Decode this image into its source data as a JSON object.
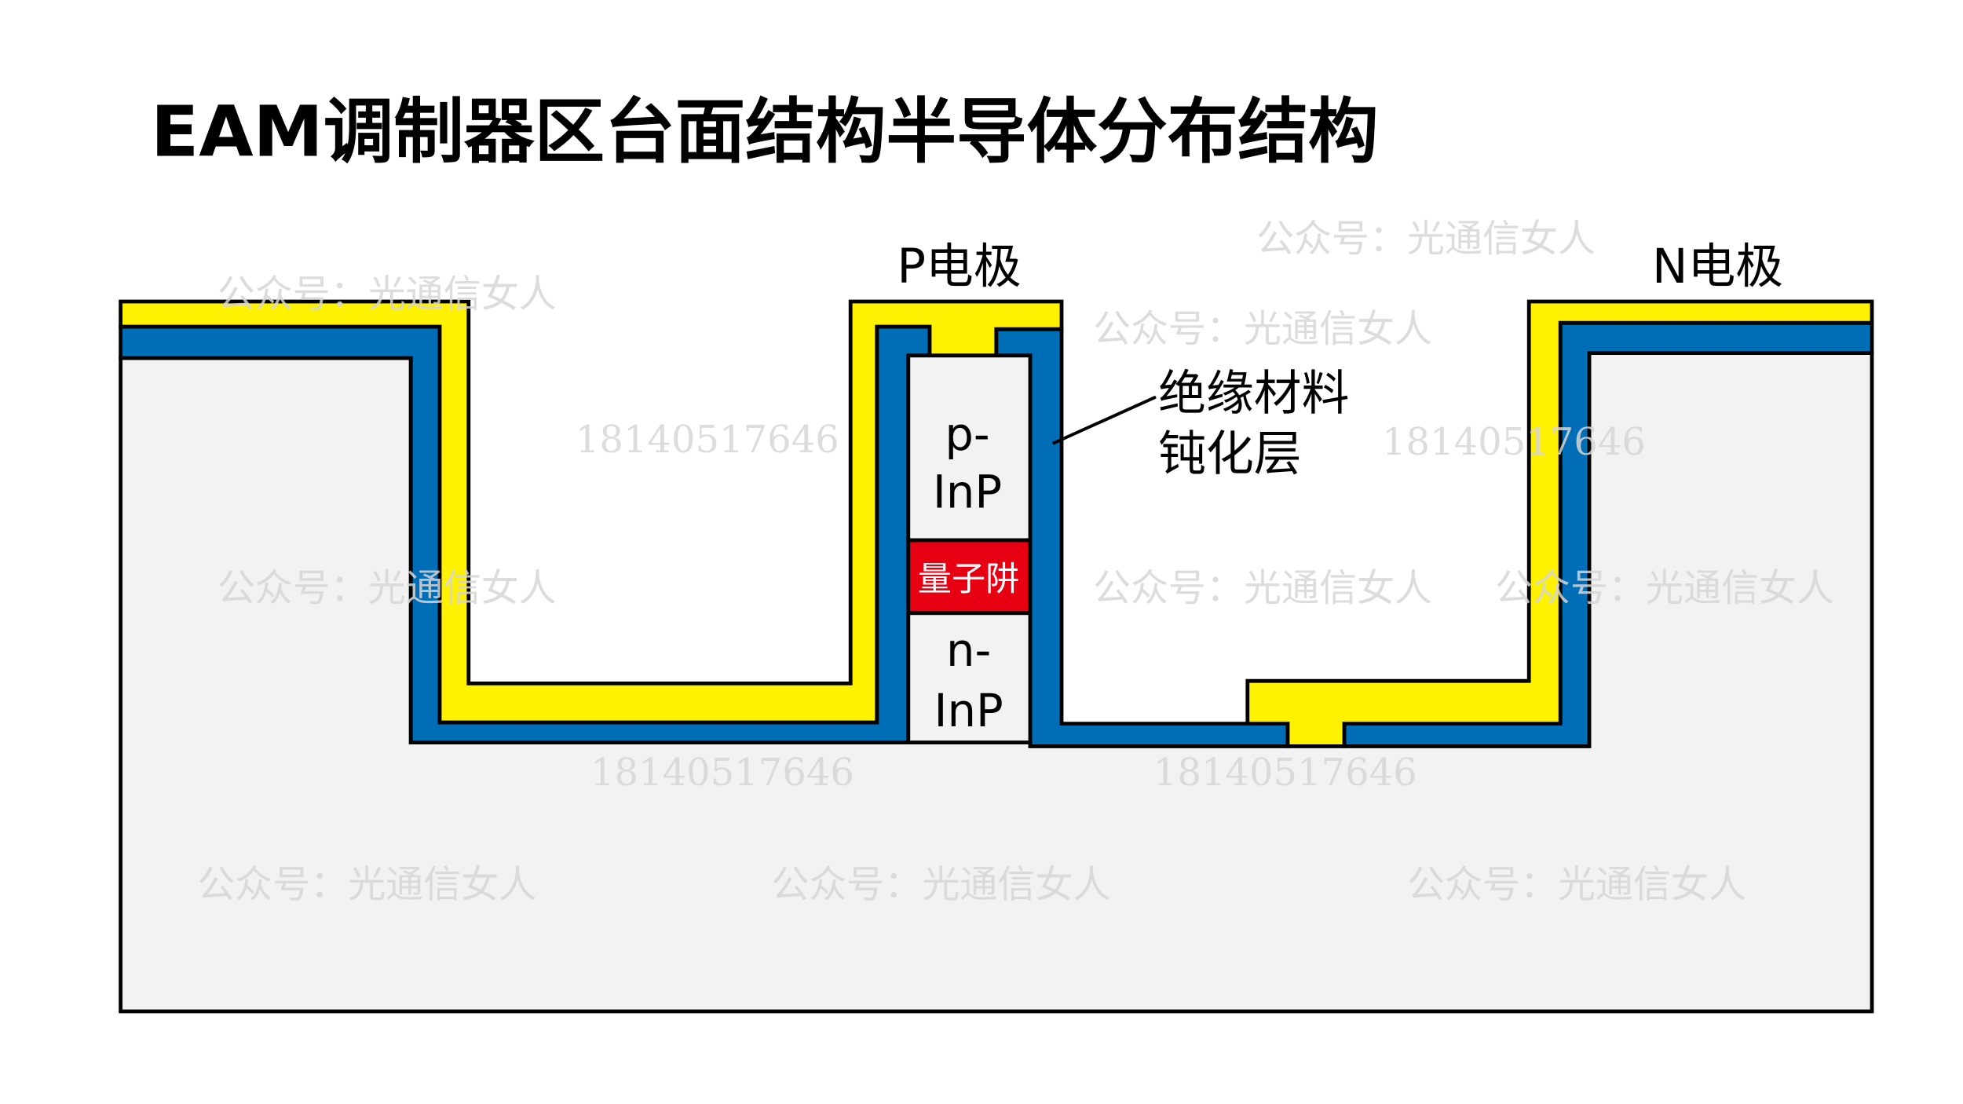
{
  "title": "EAM调制器区台面结构半导体分布结构",
  "labels": {
    "p_electrode": "P电极",
    "n_electrode": "N电极",
    "passivation_line1": "绝缘材料",
    "passivation_line2": "钝化层",
    "p_inp_line1": "p-",
    "p_inp_line2": "InP",
    "quantum_well": "量子阱",
    "n_inp_line1": "n-",
    "n_inp_line2": "InP"
  },
  "watermarks": {
    "account": "公众号：光通信女人",
    "phone": "18140517646"
  },
  "colors": {
    "electrode": "#fff200",
    "passivation": "#006db7",
    "semiconductor": "#f2f2f2",
    "quantum_well": "#e60012"
  }
}
